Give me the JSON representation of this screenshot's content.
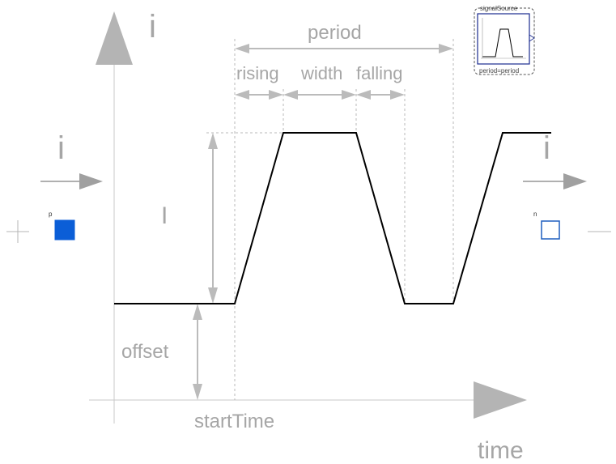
{
  "labels": {
    "y_axis": "i",
    "x_axis": "time",
    "period": "period",
    "rising": "rising",
    "width": "width",
    "falling": "falling",
    "amplitude": "I",
    "offset": "offset",
    "start_time": "startTime",
    "input_current": "i",
    "output_current": "i",
    "plus_sign": "+",
    "minus_sign": "—"
  },
  "ports": {
    "positive": {
      "name": "p",
      "color": "#0b5ed7"
    },
    "negative": {
      "name": "n",
      "color": "#1f5fbf"
    }
  },
  "thumbnail": {
    "name": "signalSource",
    "parameter": "period=period",
    "border_color": "#1a2b8f"
  },
  "colors": {
    "annotation": "#b0b0b0",
    "signal": "#000000",
    "port_fill": "#0b5ed7"
  }
}
